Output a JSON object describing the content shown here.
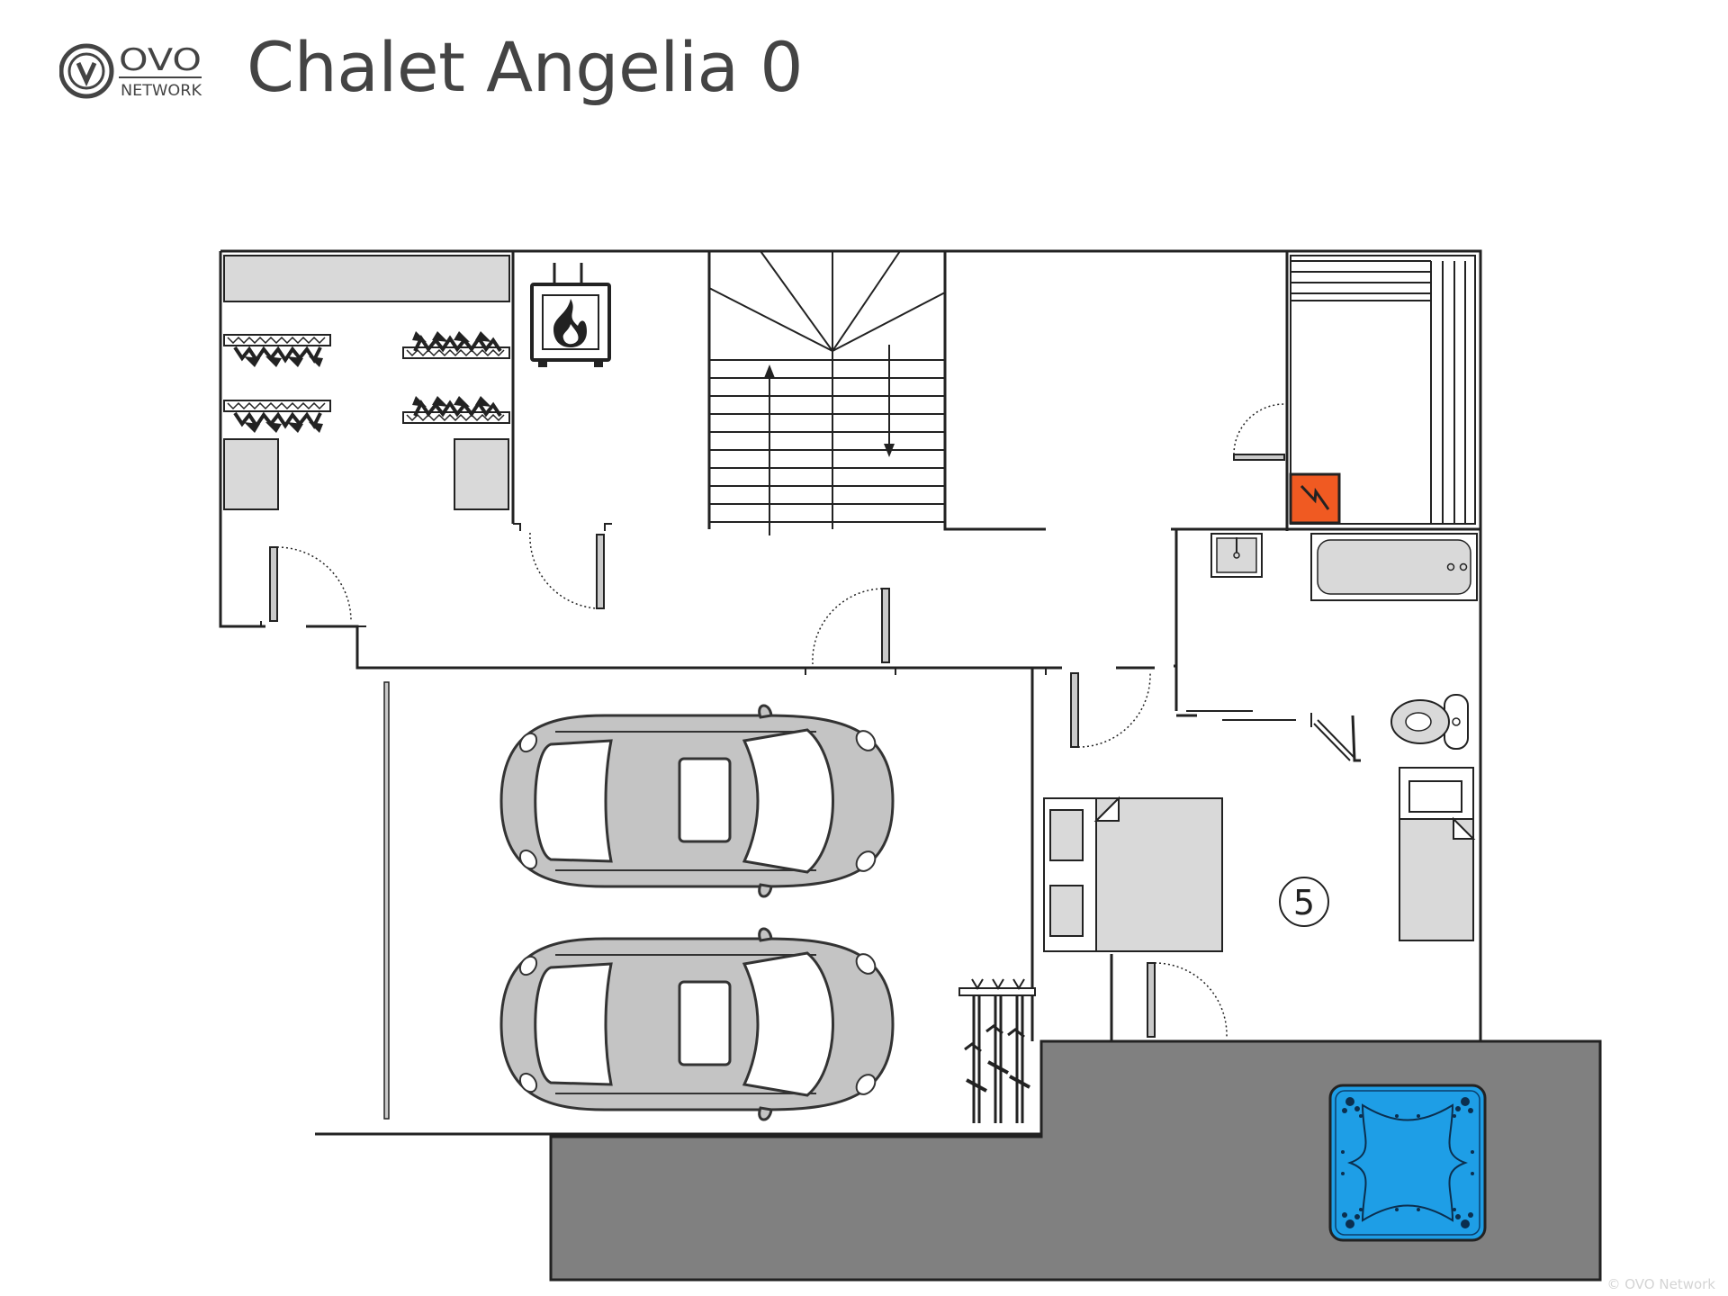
{
  "header": {
    "title": "Chalet Angelia 0",
    "logo": {
      "brand": "OVO",
      "subtitle": "NETWORK"
    }
  },
  "rooms": [
    {
      "id": "bedroom",
      "number": "5"
    }
  ],
  "colors": {
    "wall": "#222222",
    "furniture": "#d9d9d9",
    "car": "#c4c4c4",
    "terrace": "#808080",
    "hot_tub": "#1e9ee6",
    "heater": "#f05a22",
    "copyright": "#d4d4d4"
  },
  "icons": [
    "fireplace-icon",
    "boiler-icon",
    "ski-rack-icon",
    "hot-tub-icon",
    "car-icon",
    "bed-icon",
    "toilet-icon",
    "sink-icon",
    "bathtub-icon",
    "sauna-icon",
    "stairs-icon"
  ],
  "footer": {
    "copyright": "© OVO Network"
  }
}
